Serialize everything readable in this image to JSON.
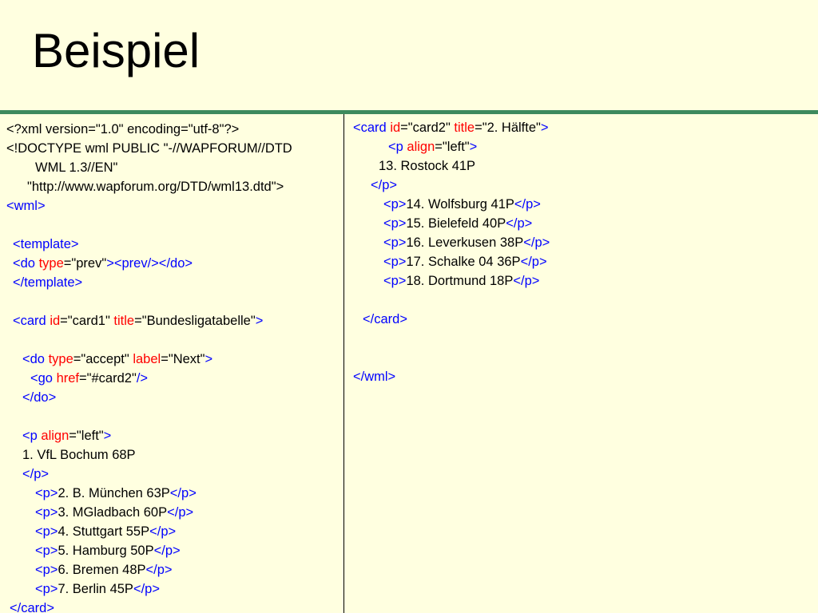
{
  "title": "Beispiel",
  "colors": {
    "background": "#ffffe0",
    "rule": "#3d8a5e",
    "tag": "#0000ff",
    "attribute": "#ff0000",
    "text": "#000000"
  },
  "left_code": [
    {
      "indent": 0,
      "segs": [
        {
          "t": "<?xml version=\"1.0\" encoding=\"utf-8\"?>",
          "c": "text"
        }
      ]
    },
    {
      "indent": 0,
      "segs": [
        {
          "t": "<!DOCTYPE wml PUBLIC \"-//WAPFORUM//DTD",
          "c": "text"
        }
      ]
    },
    {
      "indent": 36,
      "segs": [
        {
          "t": "WML 1.3//EN\"",
          "c": "text"
        }
      ]
    },
    {
      "indent": 26,
      "segs": [
        {
          "t": "\"http://www.wapforum.org/DTD/wml13.dtd\">",
          "c": "text"
        }
      ]
    },
    {
      "indent": 0,
      "segs": [
        {
          "t": "<wml>",
          "c": "tag"
        }
      ]
    },
    {
      "indent": 0,
      "segs": []
    },
    {
      "indent": 8,
      "segs": [
        {
          "t": "<template>",
          "c": "tag"
        }
      ]
    },
    {
      "indent": 8,
      "segs": [
        {
          "t": "<do ",
          "c": "tag"
        },
        {
          "t": "type",
          "c": "attribute"
        },
        {
          "t": "=\"prev\"",
          "c": "text"
        },
        {
          "t": "><prev/></do>",
          "c": "tag"
        }
      ]
    },
    {
      "indent": 8,
      "segs": [
        {
          "t": "</template>",
          "c": "tag"
        }
      ]
    },
    {
      "indent": 0,
      "segs": []
    },
    {
      "indent": 8,
      "segs": [
        {
          "t": "<card ",
          "c": "tag"
        },
        {
          "t": "id",
          "c": "attribute"
        },
        {
          "t": "=\"card1\" ",
          "c": "text"
        },
        {
          "t": "title",
          "c": "attribute"
        },
        {
          "t": "=\"Bundesligatabelle\"",
          "c": "text"
        },
        {
          "t": ">",
          "c": "tag"
        }
      ]
    },
    {
      "indent": 0,
      "segs": []
    },
    {
      "indent": 20,
      "segs": [
        {
          "t": "<do ",
          "c": "tag"
        },
        {
          "t": "type",
          "c": "attribute"
        },
        {
          "t": "=\"accept\" ",
          "c": "text"
        },
        {
          "t": "label",
          "c": "attribute"
        },
        {
          "t": "=\"Next\"",
          "c": "text"
        },
        {
          "t": ">",
          "c": "tag"
        }
      ]
    },
    {
      "indent": 30,
      "segs": [
        {
          "t": "<go ",
          "c": "tag"
        },
        {
          "t": "href",
          "c": "attribute"
        },
        {
          "t": "=\"#card2\"",
          "c": "text"
        },
        {
          "t": "/>",
          "c": "tag"
        }
      ]
    },
    {
      "indent": 20,
      "segs": [
        {
          "t": "</do>",
          "c": "tag"
        }
      ]
    },
    {
      "indent": 0,
      "segs": []
    },
    {
      "indent": 20,
      "segs": [
        {
          "t": "<p ",
          "c": "tag"
        },
        {
          "t": "align",
          "c": "attribute"
        },
        {
          "t": "=\"left\"",
          "c": "text"
        },
        {
          "t": ">",
          "c": "tag"
        }
      ]
    },
    {
      "indent": 20,
      "segs": [
        {
          "t": "1. VfL Bochum 68P",
          "c": "text"
        }
      ]
    },
    {
      "indent": 20,
      "segs": [
        {
          "t": "</p>",
          "c": "tag"
        }
      ]
    },
    {
      "indent": 36,
      "segs": [
        {
          "t": "<p>",
          "c": "tag"
        },
        {
          "t": "2. B. München 63P",
          "c": "text"
        },
        {
          "t": "</p>",
          "c": "tag"
        }
      ]
    },
    {
      "indent": 36,
      "segs": [
        {
          "t": "<p>",
          "c": "tag"
        },
        {
          "t": "3. MGladbach 60P",
          "c": "text"
        },
        {
          "t": "</p>",
          "c": "tag"
        }
      ]
    },
    {
      "indent": 36,
      "segs": [
        {
          "t": "<p>",
          "c": "tag"
        },
        {
          "t": "4. Stuttgart 55P",
          "c": "text"
        },
        {
          "t": "</p>",
          "c": "tag"
        }
      ]
    },
    {
      "indent": 36,
      "segs": [
        {
          "t": "<p>",
          "c": "tag"
        },
        {
          "t": "5. Hamburg 50P",
          "c": "text"
        },
        {
          "t": "</p>",
          "c": "tag"
        }
      ]
    },
    {
      "indent": 36,
      "segs": [
        {
          "t": "<p>",
          "c": "tag"
        },
        {
          "t": "6. Bremen 48P",
          "c": "text"
        },
        {
          "t": "</p>",
          "c": "tag"
        }
      ]
    },
    {
      "indent": 36,
      "segs": [
        {
          "t": "<p>",
          "c": "tag"
        },
        {
          "t": "7. Berlin 45P",
          "c": "text"
        },
        {
          "t": "</p>",
          "c": "tag"
        }
      ]
    },
    {
      "indent": 4,
      "segs": [
        {
          "t": "</card>",
          "c": "tag"
        }
      ]
    }
  ],
  "right_code": [
    {
      "indent": 0,
      "segs": [
        {
          "t": "<card ",
          "c": "tag"
        },
        {
          "t": "id",
          "c": "attribute"
        },
        {
          "t": "=\"card2\" ",
          "c": "text"
        },
        {
          "t": "title",
          "c": "attribute"
        },
        {
          "t": "=\"2. Hälfte\"",
          "c": "text"
        },
        {
          "t": ">",
          "c": "tag"
        }
      ]
    },
    {
      "indent": 44,
      "segs": [
        {
          "t": "<p ",
          "c": "tag"
        },
        {
          "t": "align",
          "c": "attribute"
        },
        {
          "t": "=\"left\"",
          "c": "text"
        },
        {
          "t": ">",
          "c": "tag"
        }
      ]
    },
    {
      "indent": 32,
      "segs": [
        {
          "t": "13. Rostock 41P",
          "c": "text"
        }
      ]
    },
    {
      "indent": 22,
      "segs": [
        {
          "t": "</p>",
          "c": "tag"
        }
      ]
    },
    {
      "indent": 38,
      "segs": [
        {
          "t": "<p>",
          "c": "tag"
        },
        {
          "t": "14. Wolfsburg 41P",
          "c": "text"
        },
        {
          "t": "</p>",
          "c": "tag"
        }
      ]
    },
    {
      "indent": 38,
      "segs": [
        {
          "t": "<p>",
          "c": "tag"
        },
        {
          "t": "15. Bielefeld 40P",
          "c": "text"
        },
        {
          "t": "</p>",
          "c": "tag"
        }
      ]
    },
    {
      "indent": 38,
      "segs": [
        {
          "t": "<p>",
          "c": "tag"
        },
        {
          "t": "16. Leverkusen 38P",
          "c": "text"
        },
        {
          "t": "</p>",
          "c": "tag"
        }
      ]
    },
    {
      "indent": 38,
      "segs": [
        {
          "t": "<p>",
          "c": "tag"
        },
        {
          "t": "17. Schalke 04 36P",
          "c": "text"
        },
        {
          "t": "</p>",
          "c": "tag"
        }
      ]
    },
    {
      "indent": 38,
      "segs": [
        {
          "t": "<p>",
          "c": "tag"
        },
        {
          "t": "18. Dortmund 18P",
          "c": "text"
        },
        {
          "t": "</p>",
          "c": "tag"
        }
      ]
    },
    {
      "indent": 0,
      "segs": []
    },
    {
      "indent": 12,
      "segs": [
        {
          "t": "</card>",
          "c": "tag"
        }
      ]
    },
    {
      "indent": 0,
      "segs": []
    },
    {
      "indent": 0,
      "segs": []
    },
    {
      "indent": 0,
      "segs": [
        {
          "t": "</wml>",
          "c": "tag"
        }
      ]
    }
  ]
}
